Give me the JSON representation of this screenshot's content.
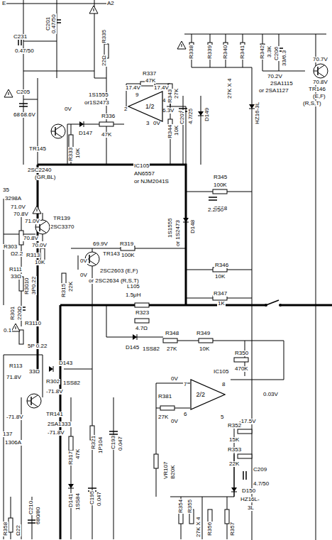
{
  "diagram": {
    "nodes": [
      {
        "text": [
          "1/2"
        ]
      },
      {
        "text": [
          "2/2"
        ]
      }
    ],
    "labels": [
      "E",
      "A2",
      "C231",
      "0.47/50",
      "C201",
      "0.47/50",
      "R335",
      "22Ω",
      "R338",
      "R339",
      "R340",
      "R341",
      "27K X 4",
      "R342",
      "3.3K",
      "C206",
      "33/6.3",
      "70.7V",
      "70.2V",
      "70.8V",
      "TR146",
      "(E,F)",
      "2SA1115",
      "or 2SA1127",
      "(R,S,T)",
      "C205",
      "680/80",
      "R337",
      "47K",
      "17.4V",
      "17.4V",
      "9",
      "4",
      "2",
      "6.3V",
      "3",
      "0V",
      "R343",
      "27K",
      "C207",
      "4.7/25",
      "R344",
      "10K",
      "D149",
      "HZ16-3L",
      "68.6V",
      "0V",
      "D147",
      "1S1555",
      "or1S2473",
      "R336",
      "47K",
      "R333",
      "10K",
      "TR145",
      "2SC2240",
      "(GR,BL)",
      "IC105",
      "AN6557",
      "or NJM2041S",
      "R345",
      "100K",
      "C208",
      "2.2/50",
      "1S1555",
      "or 1S2473",
      "D148",
      "35",
      "3298A",
      "71.0V",
      "70.8V",
      "71.0V",
      "TR139",
      "2SC3370",
      "R303",
      "Ω2.2",
      "70.8V",
      "70.0V",
      "R313",
      "10K",
      "69.9V",
      "R319",
      "100K",
      "TR143",
      "0V",
      "0V",
      "2SC2603 (E,F)",
      "or 2SC2634 (R,S,T)",
      "R346",
      "10K",
      "R347",
      "1K",
      "R3010",
      "3P0.22",
      "R111",
      "33Ω",
      "R301",
      "220Ω",
      "0.1",
      "R315",
      "22K",
      "L105",
      "1.5μH",
      "R323",
      "4.7Ω",
      "D145",
      "1SS82",
      "R348",
      "27K",
      "R349",
      "10K",
      "R350",
      "470K",
      "IC105",
      "7",
      "0V",
      "8",
      "0.03V",
      "6",
      "0V",
      "5",
      "-17.5V",
      "R381",
      "27K",
      "R352",
      "15K",
      "R353",
      "22K",
      "C209",
      "4.7/50",
      "VR107",
      "B20K",
      "R354",
      "R355",
      "27K X 4",
      "R356",
      "R357",
      "D150",
      "HZ16L-",
      "3L",
      "R3110",
      "5P 0.22",
      "R113",
      "71.8V",
      "D143",
      "1SS82",
      "R302",
      "33Ω",
      "-71.8V",
      "-71.8V",
      "TR141",
      "2SA1333",
      "-71.8V",
      "137",
      "1306A",
      "R317",
      "47K",
      "R321",
      "1P104",
      "C193",
      "0.047",
      "C195",
      "0.047",
      "D141",
      "1SS84",
      "R358",
      "Ω22",
      "C210",
      "680/80"
    ]
  }
}
